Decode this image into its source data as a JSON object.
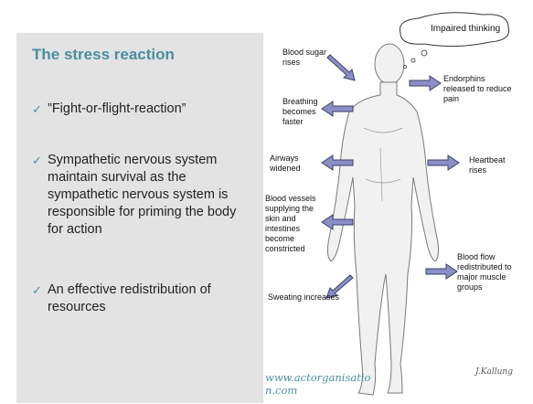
{
  "slide": {
    "title": "The stress reaction",
    "bullets": [
      "”Fight-or-flight-reaction”",
      "Sympathetic nervous system maintain survival as the sympathetic nervous system is responsible for priming the body for action",
      "An effective redistribution of resources"
    ],
    "check_glyph": "✓"
  },
  "figure": {
    "thought_bubble": "Impaired thinking",
    "labels": {
      "blood_sugar": [
        "Blood sugar",
        "rises"
      ],
      "endorphins": [
        "Endorphins",
        "released to reduce",
        "pain"
      ],
      "breathing": [
        "Breathing",
        "becomes",
        "faster"
      ],
      "airways": [
        "Airways",
        "widened"
      ],
      "heartbeat": [
        "Heartbeat",
        "rises"
      ],
      "blood_vessels": [
        "Blood vessels",
        "supplying the",
        "skin and",
        "intestines",
        "become",
        "constricted"
      ],
      "blood_flow": [
        "Blood flow",
        "redistributed to",
        "major muscle",
        "groups"
      ],
      "sweating": "Sweating increases"
    },
    "watermark": [
      "www.actorganisatio",
      "n.com"
    ],
    "signature": "J.Kallung"
  },
  "colors": {
    "accent": "#4a8fa0",
    "arrow_fill": "#8b8fc6",
    "arrow_stroke": "#3a3f66"
  }
}
